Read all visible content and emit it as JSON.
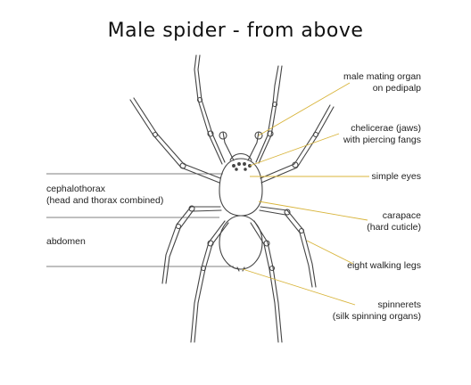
{
  "title": "Male spider - from above",
  "labels_right": [
    {
      "id": "mating-organ",
      "line1": "male mating organ",
      "line2": "on pedipalp"
    },
    {
      "id": "chelicerae",
      "line1": "chelicerae (jaws)",
      "line2": "with piercing fangs"
    },
    {
      "id": "simple-eyes",
      "line1": "simple eyes",
      "line2": ""
    },
    {
      "id": "carapace",
      "line1": "carapace",
      "line2": "(hard cuticle)"
    },
    {
      "id": "walking-legs",
      "line1": "eight walking legs",
      "line2": ""
    },
    {
      "id": "spinnerets",
      "line1": "spinnerets",
      "line2": "(silk spinning organs)"
    }
  ],
  "labels_left": [
    {
      "id": "cephalothorax",
      "line1": "cephalothorax",
      "line2": "(head and thorax combined)"
    },
    {
      "id": "abdomen",
      "line1": "abdomen",
      "line2": ""
    }
  ],
  "colors": {
    "pointer": "#d8b43a",
    "leader": "#555555",
    "outline": "#444444"
  }
}
